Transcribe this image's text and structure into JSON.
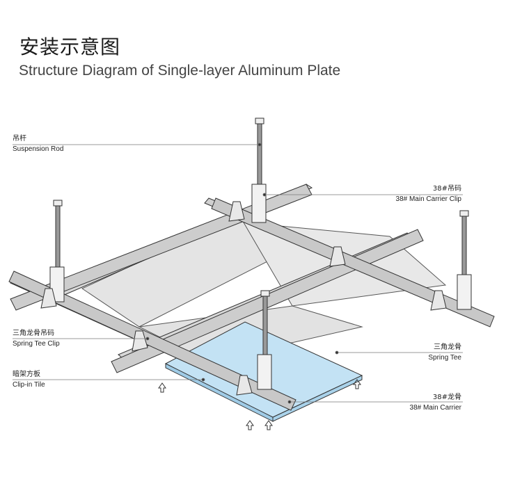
{
  "header": {
    "title_cn": "安装示意图",
    "title_en": "Structure Diagram of Single-layer Aluminum Plate"
  },
  "labels": {
    "suspension_rod": {
      "cn": "吊杆",
      "en": "Suspension Rod"
    },
    "main_carrier_clip": {
      "cn": "38#吊码",
      "en": "38# Main Carrier Clip"
    },
    "spring_tee_clip": {
      "cn": "三角龙骨吊码",
      "en": "Spring Tee Clip"
    },
    "spring_tee": {
      "cn": "三角龙骨",
      "en": "Spring Tee"
    },
    "clip_in_tile": {
      "cn": "暗架方板",
      "en": "Clip-in Tile"
    },
    "main_carrier": {
      "cn": "38#龙骨",
      "en": "38#  Main Carrier"
    }
  },
  "colors": {
    "tile_blue": "#b9dcf2",
    "panel_gray": "#e6e6e6",
    "rail_gray": "#d2d2d2",
    "line": "#333333"
  }
}
